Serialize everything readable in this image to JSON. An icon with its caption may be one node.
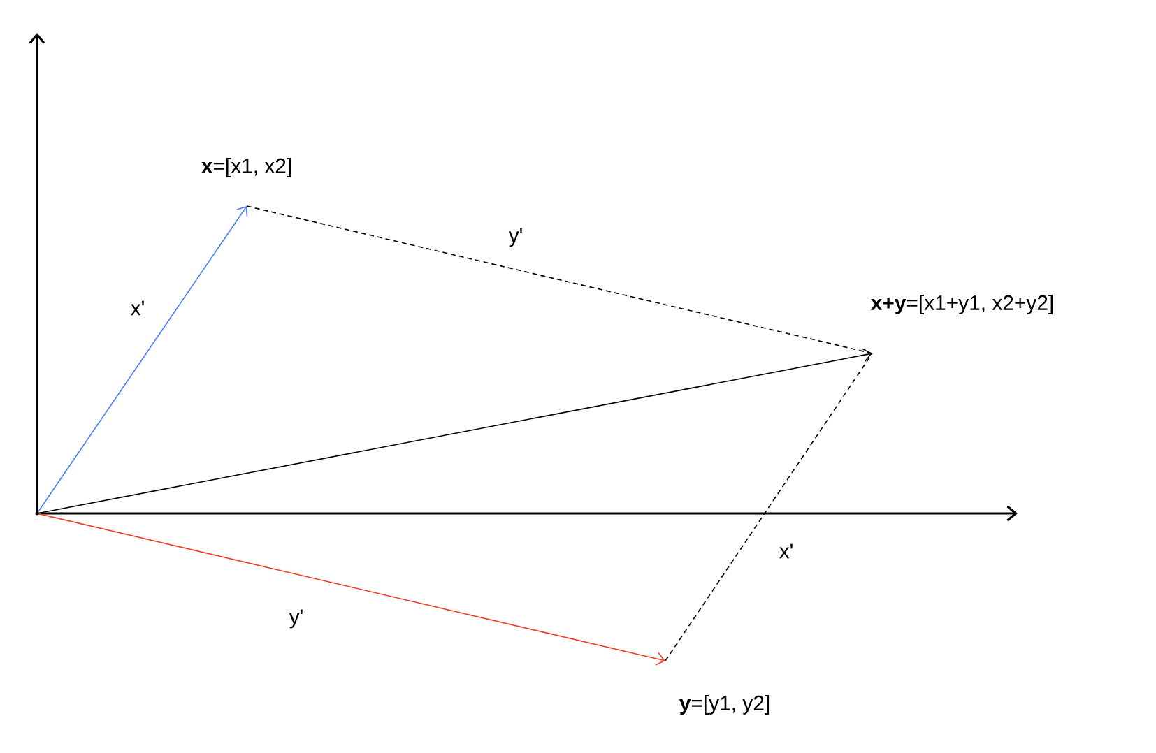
{
  "diagram": {
    "nodes": [
      {
        "text": [],
        "shape": "point"
      },
      {
        "text": [
          "**x**=[x1, x2]"
        ]
      },
      {
        "text": [
          "**x+y**=[x1+y1, x2+y2]"
        ]
      },
      {
        "text": [
          "**y**=[y1, y2]"
        ]
      }
    ],
    "edges": [
      {
        "from": 0,
        "to": 1,
        "arrow": "to",
        "label": "x'",
        "color": "#4a7bff"
      },
      {
        "from": 0,
        "to": 2,
        "arrow": "to"
      },
      {
        "from": 0,
        "to": 3,
        "arrow": "to",
        "label": "y'",
        "color": "#f03c2a"
      },
      {
        "from": 1,
        "to": 2,
        "arrow": "none",
        "label": "y'",
        "style": "dashed"
      },
      {
        "from": 3,
        "to": 2,
        "arrow": "none",
        "label": "x'",
        "style": "dashed"
      }
    ]
  }
}
